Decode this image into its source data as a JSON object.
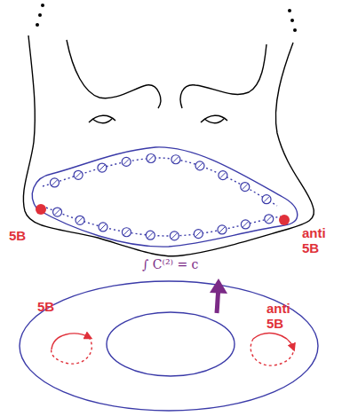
{
  "diagram": {
    "labels": [
      "5B",
      "anti 5B",
      "∫ C⁽²⁾ = c",
      "5B",
      "anti 5B"
    ]
  }
}
